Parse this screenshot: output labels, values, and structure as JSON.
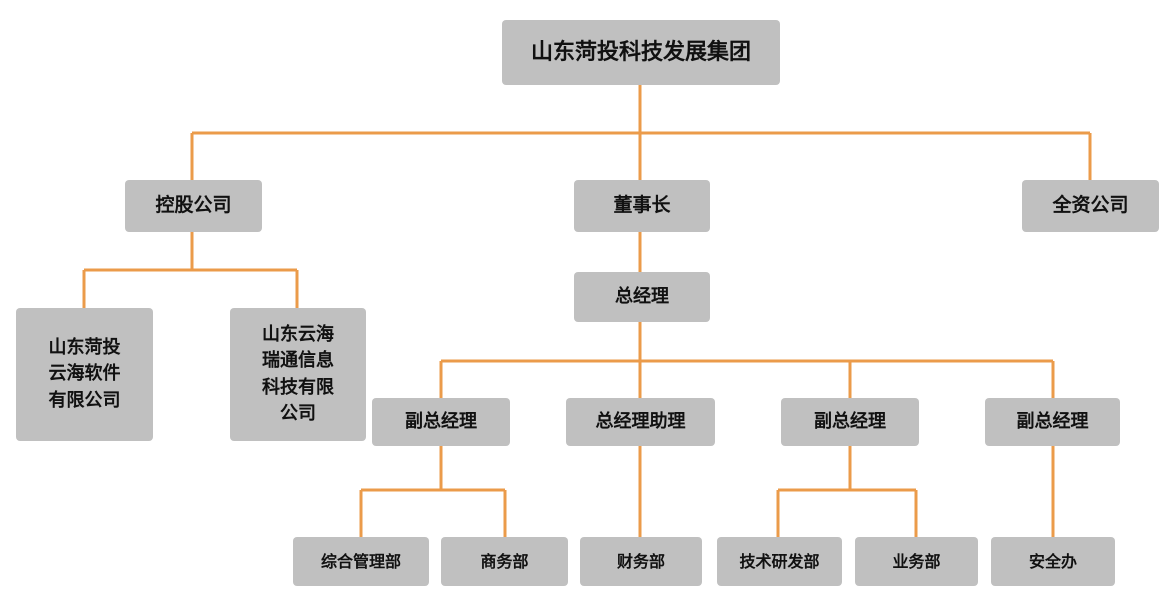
{
  "colors": {
    "connector": "#eb9b4a",
    "node_fill": "#c0c0c0",
    "text": "#111111"
  },
  "org": {
    "root": "山东菏投科技发展集团",
    "holding": "控股公司",
    "chairman": "董事长",
    "wholly_owned": "全资公司",
    "gm": "总经理",
    "subsidiaries": [
      "山东菏投云海软件有限公司",
      "山东云海瑞通信息科技有限公司"
    ],
    "deputies": [
      "副总经理",
      "总经理助理",
      "副总经理",
      "副总经理"
    ],
    "departments": [
      "综合管理部",
      "商务部",
      "财务部",
      "技术研发部",
      "业务部",
      "安全办"
    ]
  }
}
